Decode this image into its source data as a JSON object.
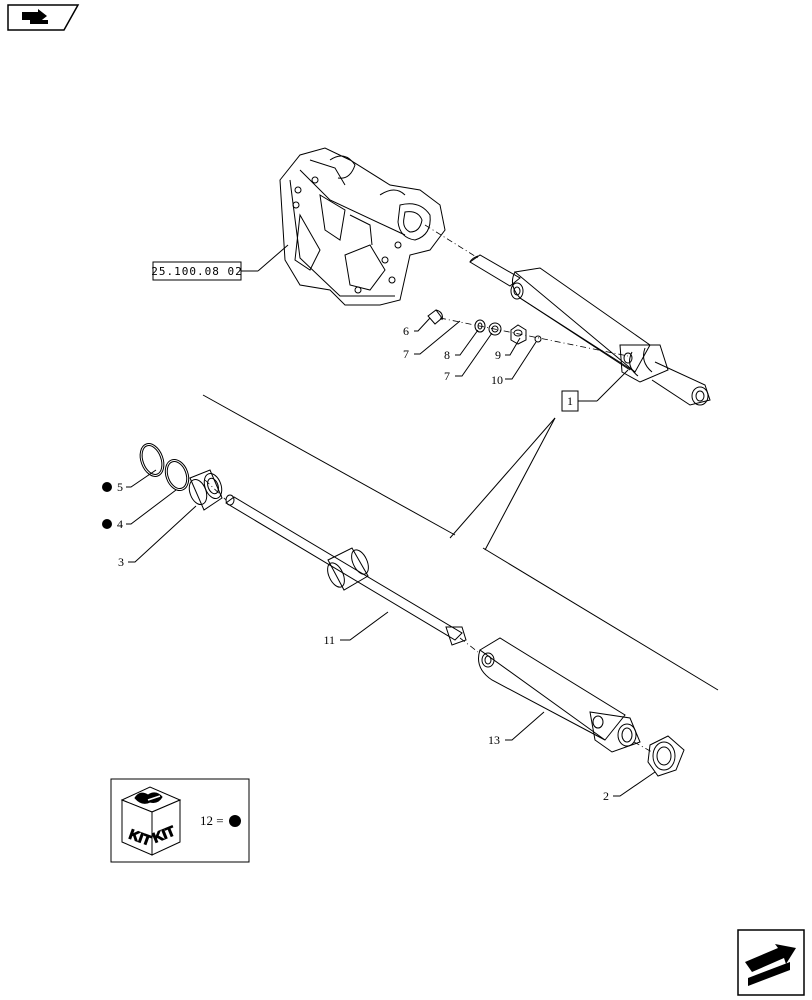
{
  "parts": {
    "p1": "1",
    "p2": "2",
    "p3": "3",
    "p4": "4",
    "p5": "5",
    "p6": "6",
    "p7a": "7",
    "p7b": "7",
    "p8": "8",
    "p9": "9",
    "p10": "10",
    "p11": "11",
    "p13": "13"
  },
  "reference": "25.100.08 02",
  "kit": {
    "word_left": "KIT",
    "word_right": "KIT",
    "legend": "12 ="
  },
  "icons": {
    "nav_top_left": "previous-page-icon",
    "nav_bottom_right": "next-page-icon"
  }
}
